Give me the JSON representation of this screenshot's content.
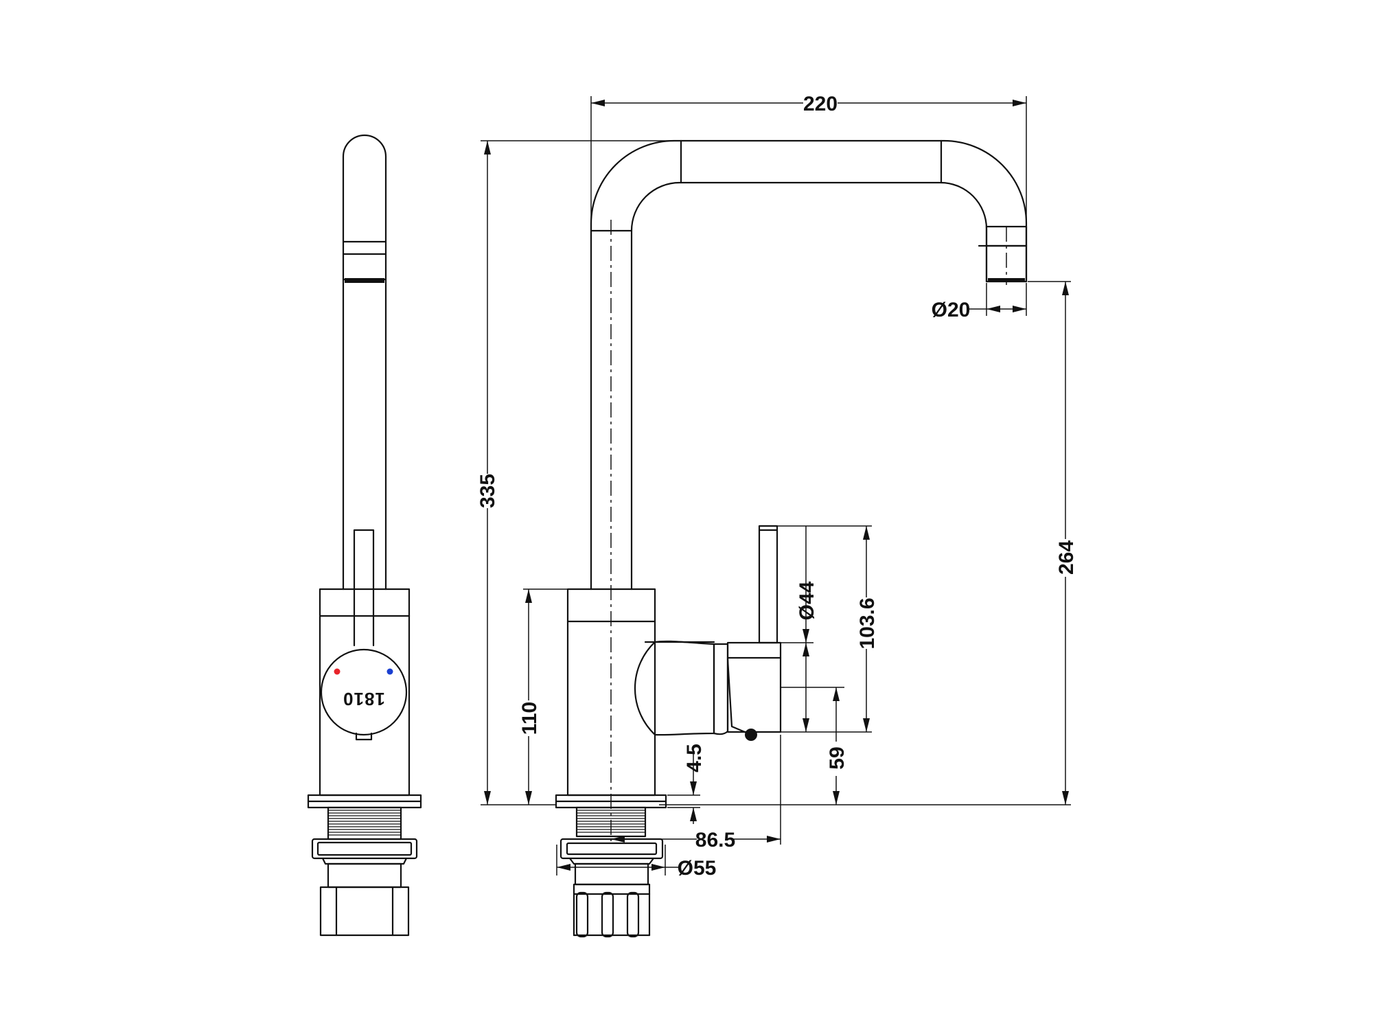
{
  "dimensions": {
    "spout_reach": "220",
    "total_height": "335",
    "outlet_diameter": "Ø20",
    "outlet_height": "264",
    "handle_diameter": "Ø44",
    "handle_height": "103.6",
    "body_height": "110",
    "handle_axis_height": "59",
    "base_plate": "4.5",
    "handle_offset": "86.5",
    "base_diameter": "Ø55"
  },
  "brand": {
    "logo_text": "1810"
  },
  "indicators": {
    "hot_color": "#e8232a",
    "cold_color": "#1a3fd1"
  }
}
